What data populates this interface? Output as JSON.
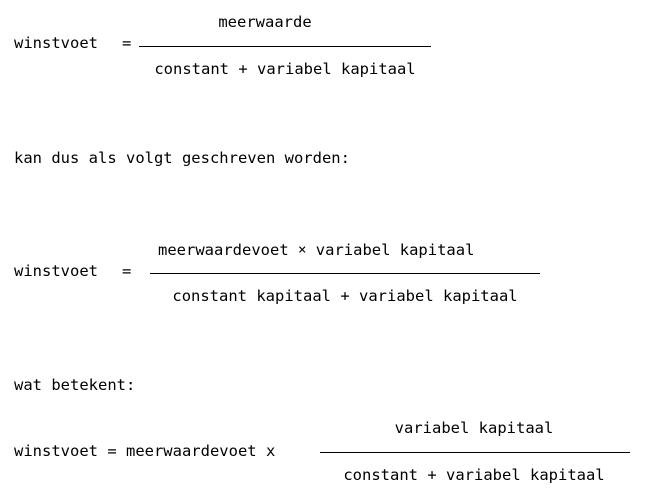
{
  "document": {
    "language": "nl",
    "background_color": "#ffffff",
    "text_color": "#000000",
    "blocks": [
      {
        "kind": "equation",
        "name": "profit-rate-definition",
        "lhs": "winstvoet",
        "relation": "=",
        "numerator": "meerwaarde",
        "denominator": "constant + variabel kapitaal"
      },
      {
        "kind": "prose",
        "name": "transition-sentence-1",
        "text": "kan dus als volgt geschreven worden:"
      },
      {
        "kind": "equation",
        "name": "profit-rate-expanded",
        "lhs": "winstvoet",
        "relation": "=",
        "numerator": "meerwaardevoet × variabel kapitaal",
        "denominator": "constant kapitaal + variabel kapitaal"
      },
      {
        "kind": "prose",
        "name": "transition-sentence-2",
        "text": "wat betekent:"
      },
      {
        "kind": "equation",
        "name": "profit-rate-factored",
        "lhs": "winstvoet = meerwaardevoet x",
        "relation": "",
        "numerator": "variabel kapitaal",
        "denominator": "constant + variabel kapitaal"
      }
    ]
  },
  "eq1": {
    "lhs": "winstvoet",
    "equals": "=",
    "numerator": "meerwaarde",
    "denominator": "constant + variabel kapitaal"
  },
  "prose1": {
    "text": "kan dus als volgt geschreven worden:"
  },
  "eq2": {
    "lhs": "winstvoet",
    "equals": "=",
    "numerator_left": "meerwaardevoet",
    "numerator_operator": "×",
    "numerator_right": "variabel kapitaal",
    "denominator": "constant kapitaal + variabel kapitaal"
  },
  "prose2": {
    "text": "wat betekent:"
  },
  "eq3": {
    "lead": "winstvoet = meerwaardevoet x",
    "numerator": "variabel kapitaal",
    "denominator": "constant + variabel kapitaal"
  }
}
